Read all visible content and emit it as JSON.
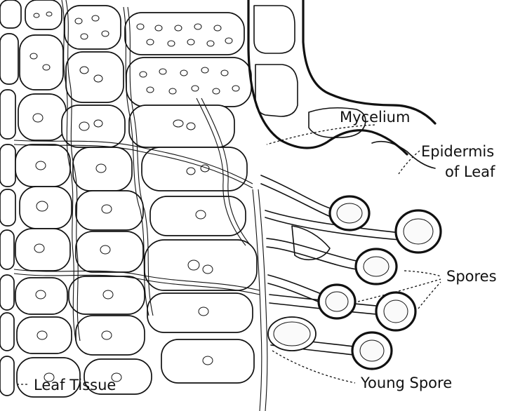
{
  "labels": {
    "mycelium": "Mycelium",
    "epidermis_line1": "Epidermis",
    "epidermis_line2": "of Leaf",
    "spores": "Spores",
    "young_spore": "Young Spore",
    "leaf_tissue": "Leaf Tissue"
  }
}
